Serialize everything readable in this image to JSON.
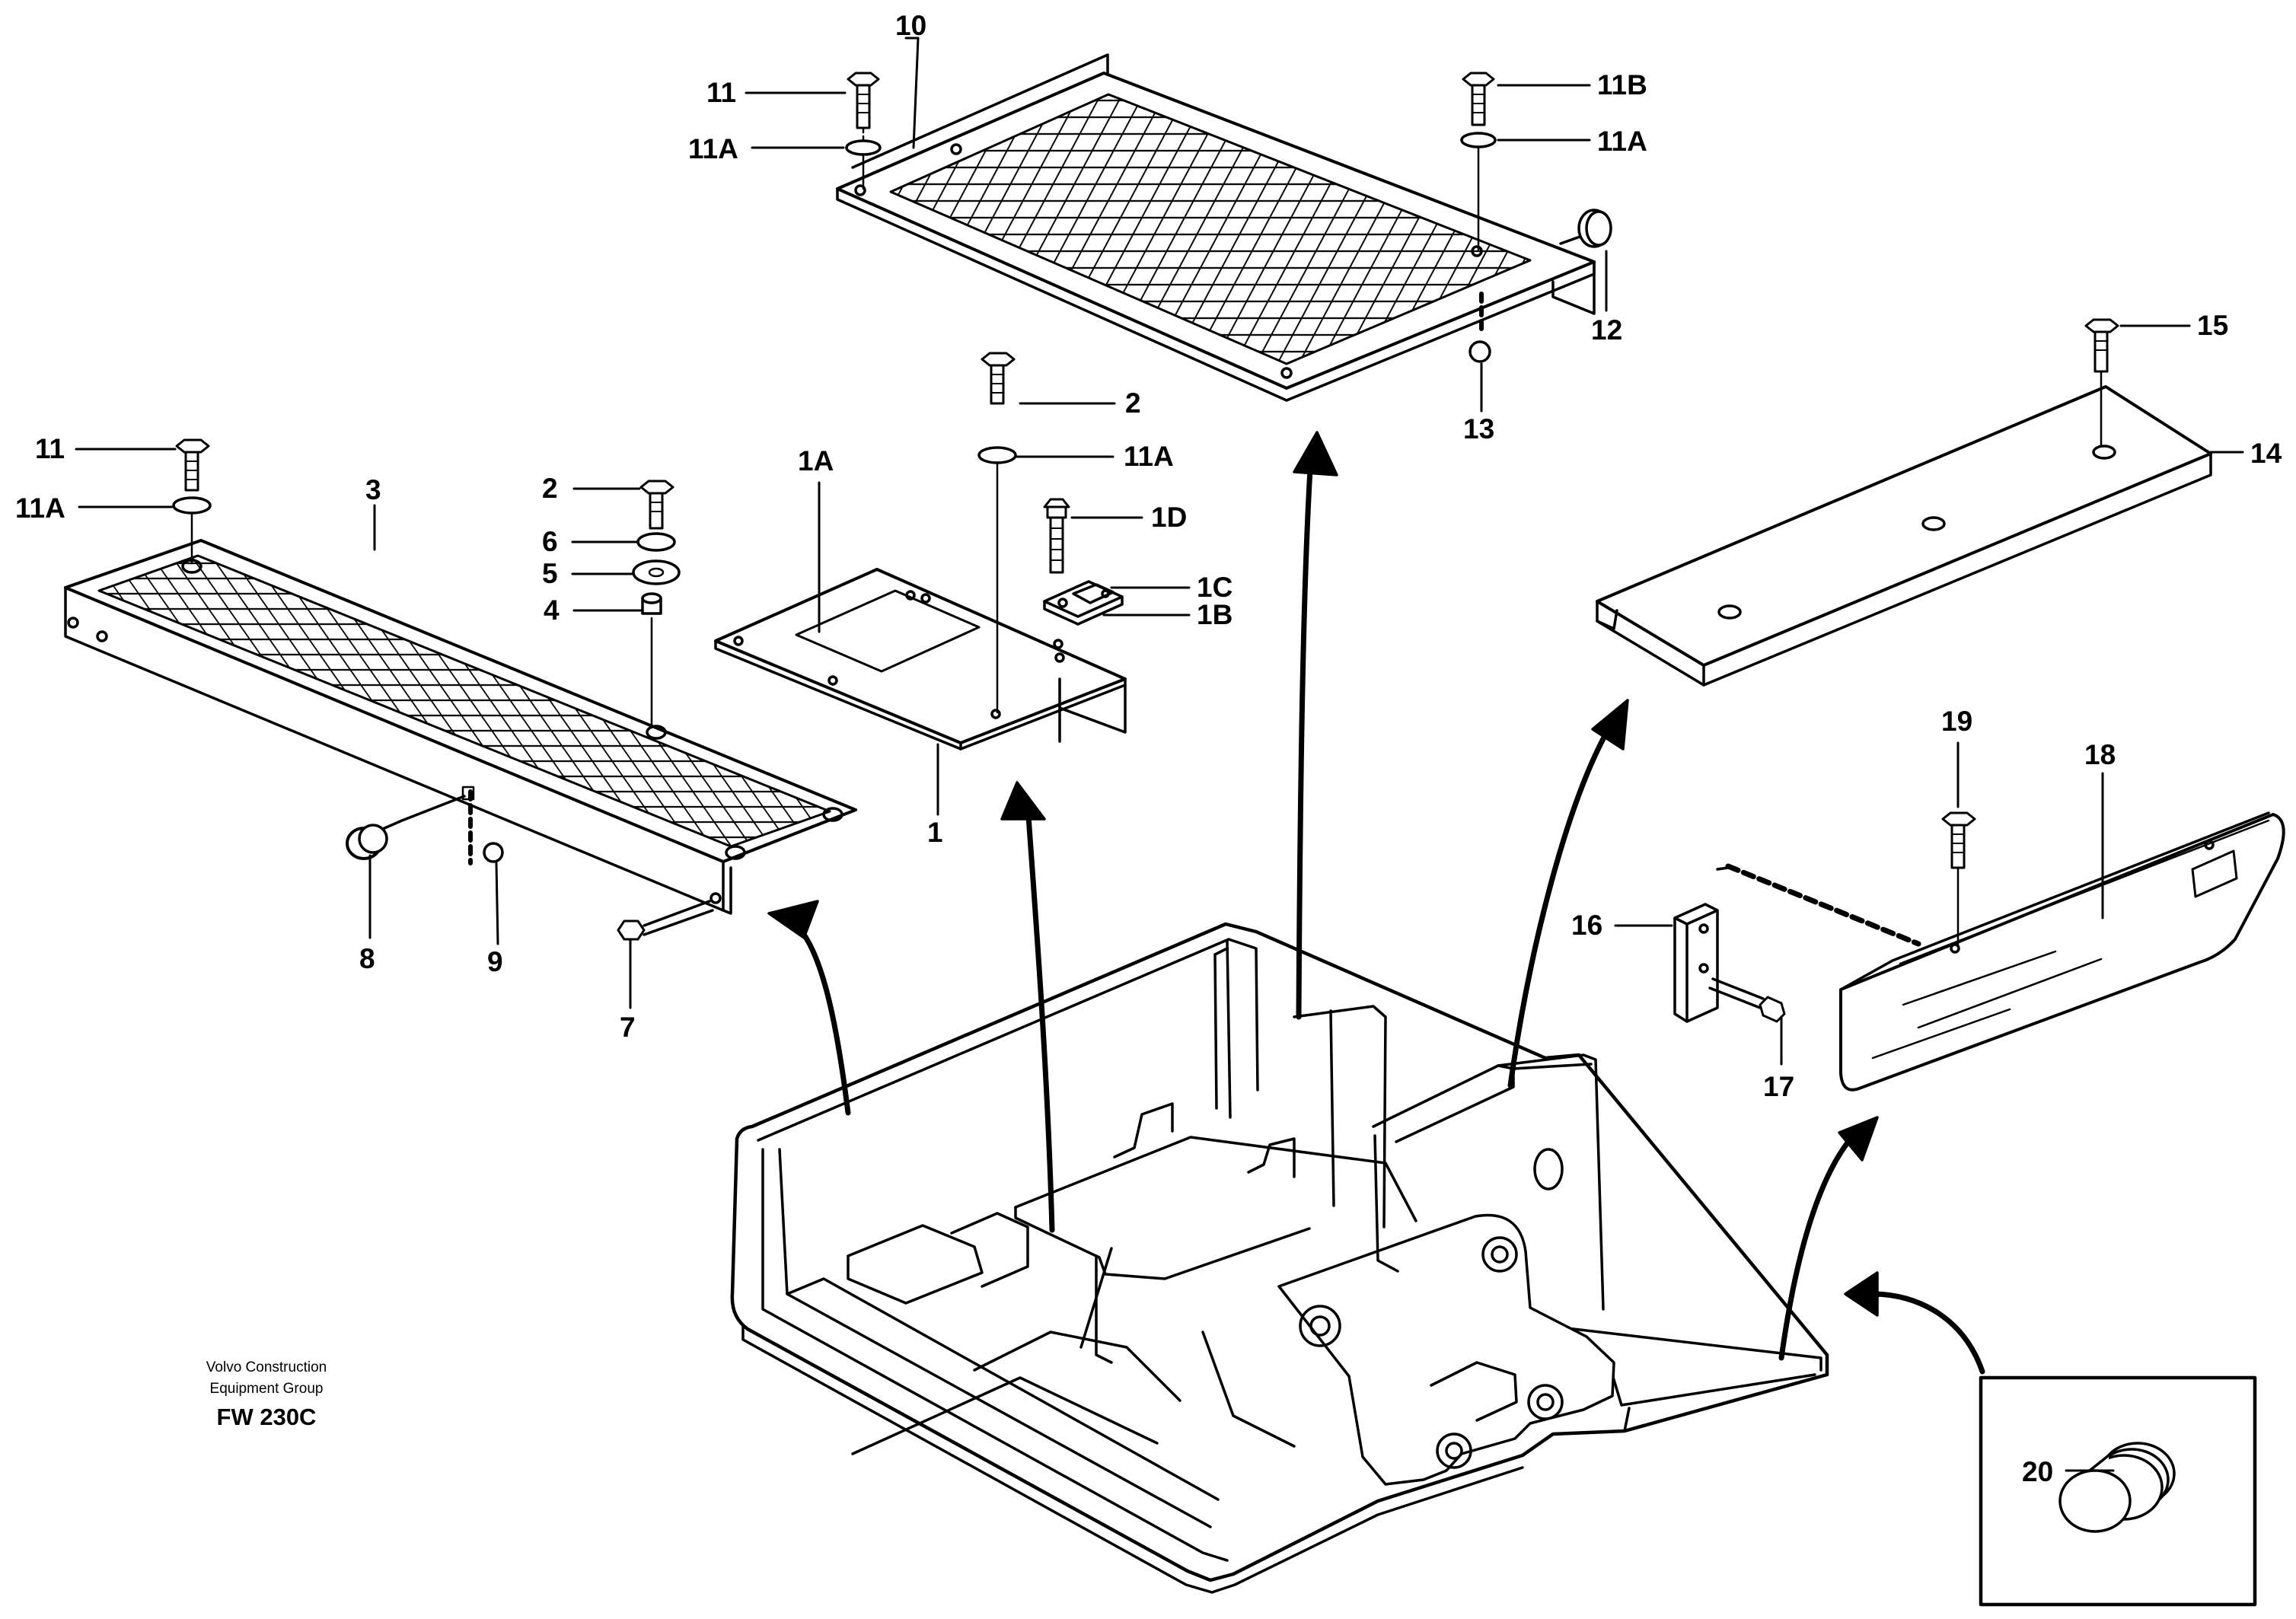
{
  "credit": {
    "line1": "Volvo Construction",
    "line2": "Equipment Group",
    "code": "FW 230C"
  },
  "callouts": [
    {
      "id": "c10",
      "text": "10"
    },
    {
      "id": "c11-top",
      "text": "11"
    },
    {
      "id": "c11a-top",
      "text": "11A"
    },
    {
      "id": "c11b",
      "text": "11B"
    },
    {
      "id": "c11a-topright",
      "text": "11A"
    },
    {
      "id": "c12",
      "text": "12"
    },
    {
      "id": "c13",
      "text": "13"
    },
    {
      "id": "c15",
      "text": "15"
    },
    {
      "id": "c14",
      "text": "14"
    },
    {
      "id": "c11-left",
      "text": "11"
    },
    {
      "id": "c11a-left",
      "text": "11A"
    },
    {
      "id": "c3",
      "text": "3"
    },
    {
      "id": "c2-left",
      "text": "2"
    },
    {
      "id": "c6",
      "text": "6"
    },
    {
      "id": "c5",
      "text": "5"
    },
    {
      "id": "c4",
      "text": "4"
    },
    {
      "id": "c1a",
      "text": "1A"
    },
    {
      "id": "c2-mid",
      "text": "2"
    },
    {
      "id": "c11a-mid",
      "text": "11A"
    },
    {
      "id": "c1d",
      "text": "1D"
    },
    {
      "id": "c1c",
      "text": "1C"
    },
    {
      "id": "c1b",
      "text": "1B"
    },
    {
      "id": "c1",
      "text": "1"
    },
    {
      "id": "c8",
      "text": "8"
    },
    {
      "id": "c9",
      "text": "9"
    },
    {
      "id": "c7",
      "text": "7"
    },
    {
      "id": "c19",
      "text": "19"
    },
    {
      "id": "c18",
      "text": "18"
    },
    {
      "id": "c16",
      "text": "16"
    },
    {
      "id": "c17",
      "text": "17"
    },
    {
      "id": "c20",
      "text": "20"
    }
  ]
}
